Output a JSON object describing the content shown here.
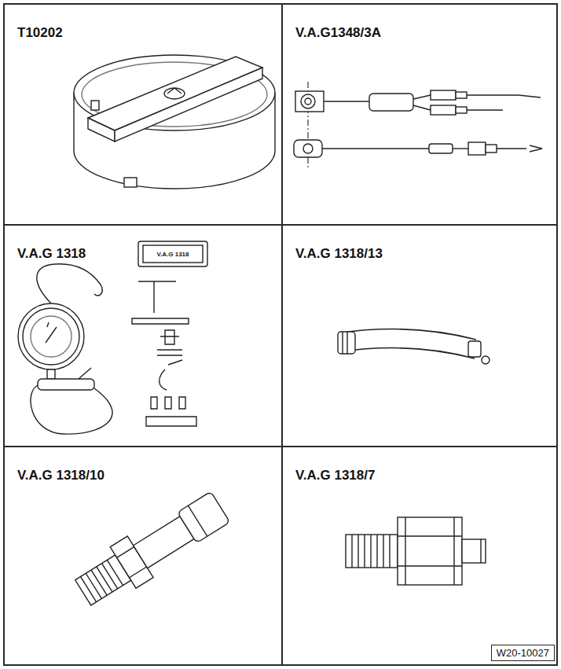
{
  "diagram": {
    "nodes": [
      {
        "text": [
          "T10202"
        ]
      },
      {
        "text": [
          "V.A.G1348/3A"
        ]
      },
      {
        "text": [
          "V.A.G 1318"
        ]
      },
      {
        "text": [
          "V.A.G 1318/13"
        ]
      },
      {
        "text": [
          "V.A.G 1318/10"
        ]
      },
      {
        "text": [
          "V.A.G 1318/7"
        ]
      },
      {
        "text": [
          "W20-10027"
        ],
        "in": 5
      }
    ],
    "labels": [
      "V.A.G 1318"
    ]
  }
}
